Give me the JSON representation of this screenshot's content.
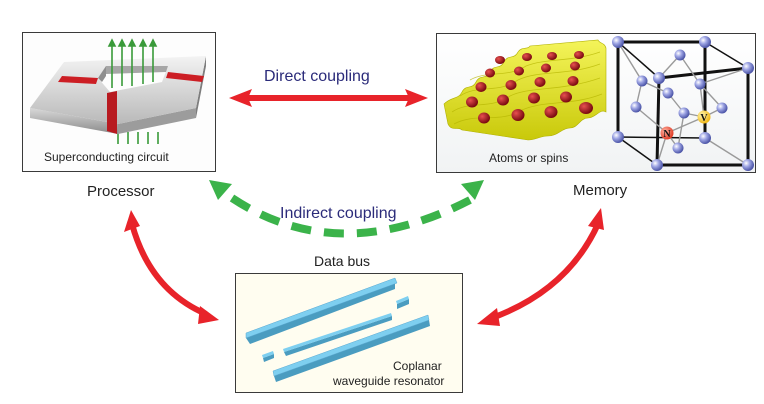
{
  "diagram": {
    "processor": {
      "label": "Processor",
      "caption": "Superconducting circuit"
    },
    "memory": {
      "label": "Memory",
      "caption": "Atoms or spins",
      "lattice_atoms": [
        "N",
        "V"
      ]
    },
    "data_bus": {
      "label": "Data bus",
      "caption_line1": "Coplanar",
      "caption_line2": "waveguide resonator"
    },
    "couplings": {
      "direct": "Direct coupling",
      "indirect": "Indirect coupling"
    },
    "colors": {
      "direct_arrow": "#e8232a",
      "indirect_arrow": "#3bb34a",
      "coupling_text": "#2b2b7a",
      "resonator": "#7ecff0",
      "surface": "#e6e61e",
      "atom": "#a8141c",
      "lattice_node": "#8c94d8"
    }
  }
}
